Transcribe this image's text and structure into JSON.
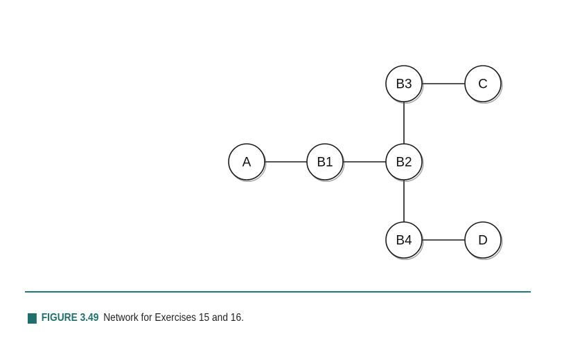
{
  "colors": {
    "accent": "#1f6f6d",
    "rule": "#1f7a78",
    "ink": "#1a1a1a"
  },
  "diagram": {
    "nodes": [
      {
        "id": "A",
        "label": "A"
      },
      {
        "id": "B1",
        "label": "B1"
      },
      {
        "id": "B2",
        "label": "B2"
      },
      {
        "id": "B3",
        "label": "B3"
      },
      {
        "id": "B4",
        "label": "B4"
      },
      {
        "id": "C",
        "label": "C"
      },
      {
        "id": "D",
        "label": "D"
      }
    ],
    "edges": [
      {
        "from": "A",
        "to": "B1"
      },
      {
        "from": "B1",
        "to": "B2"
      },
      {
        "from": "B2",
        "to": "B3"
      },
      {
        "from": "B3",
        "to": "C"
      },
      {
        "from": "B2",
        "to": "B4"
      },
      {
        "from": "B4",
        "to": "D"
      }
    ]
  },
  "caption": {
    "marker_icon": "square-marker-icon",
    "label": "FIGURE 3.49",
    "text": "Network for Exercises 15 and 16."
  }
}
